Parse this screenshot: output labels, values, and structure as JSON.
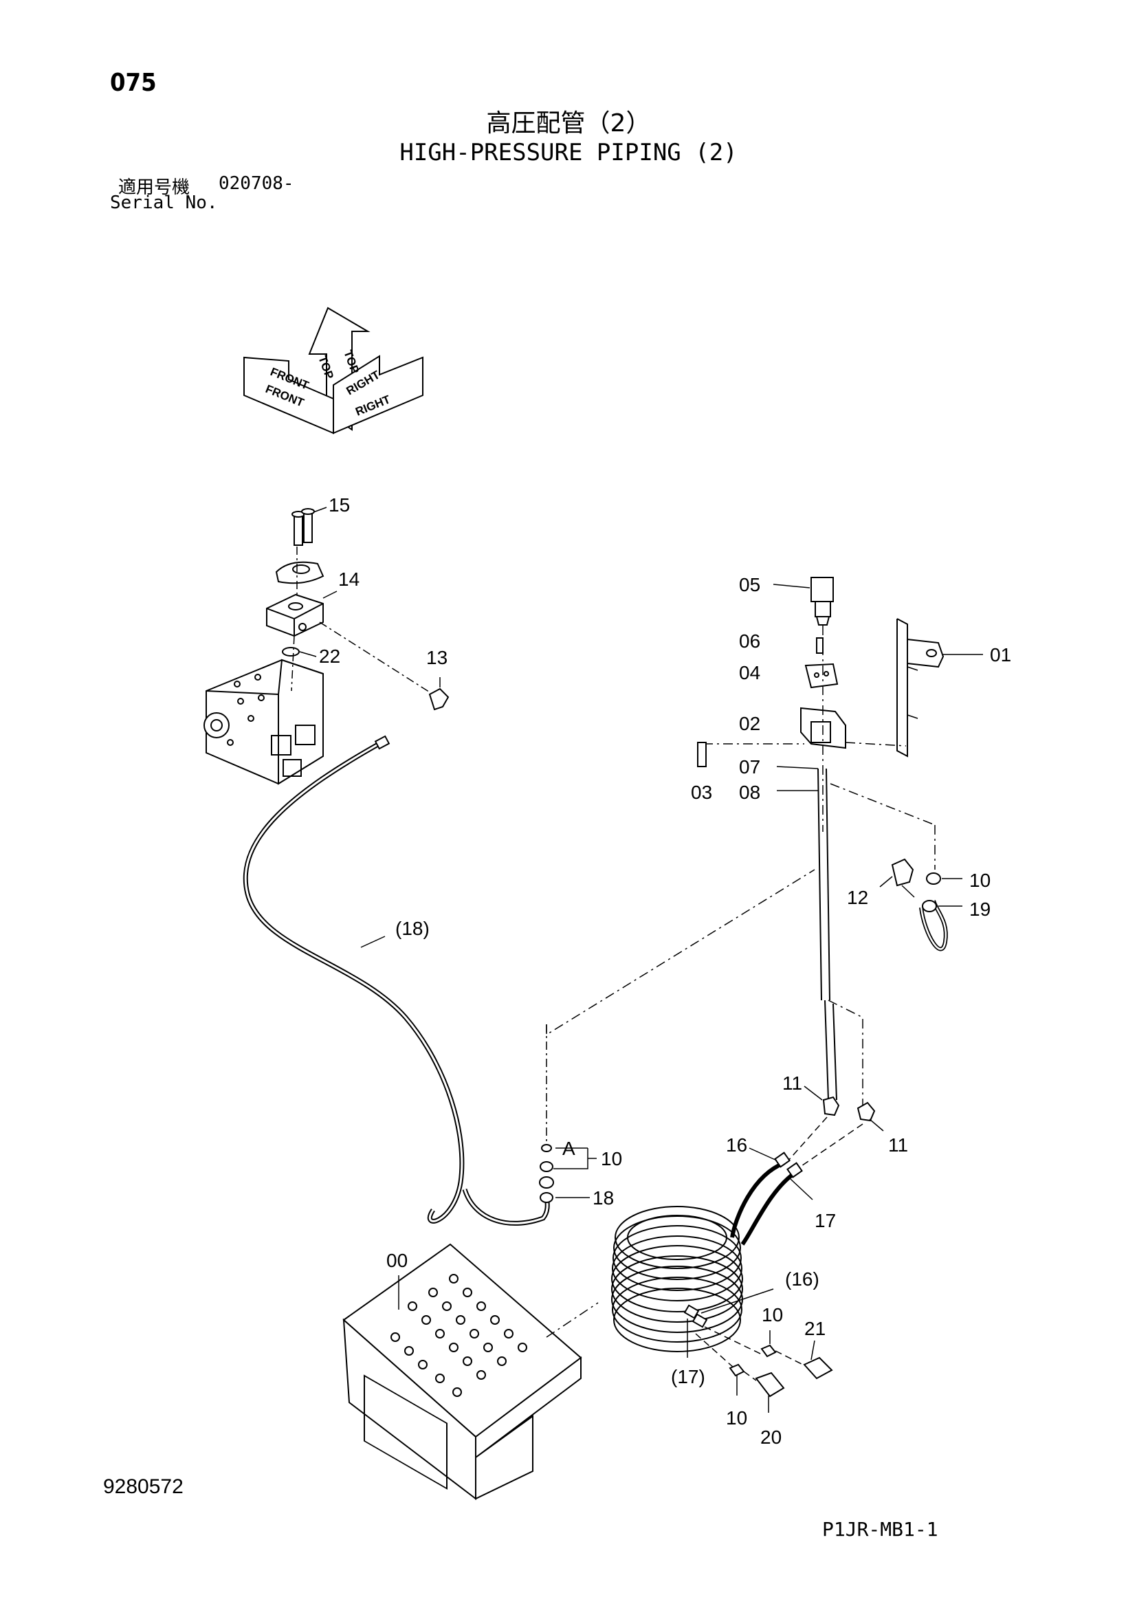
{
  "header": {
    "page_number": "075",
    "title_jp": "高圧配管（2）",
    "title_en": "HIGH-PRESSURE PIPING (2)",
    "serial_label_jp": "適用号機",
    "serial_value": "020708-",
    "serial_label_en": "Serial No."
  },
  "footer": {
    "drawing_number": "9280572",
    "model_code": "P1JR-MB1-1"
  },
  "orientation": {
    "top": "TOP",
    "front": "FRONT",
    "right": "RIGHT"
  },
  "callouts": {
    "c00": "00",
    "c01": "01",
    "c02": "02",
    "c03": "03",
    "c04": "04",
    "c05": "05",
    "c06": "06",
    "c07": "07",
    "c08": "08",
    "c10a": "10",
    "c10b": "10",
    "c10c": "10",
    "c10d": "10",
    "c11a": "11",
    "c11b": "11",
    "c12": "12",
    "c13": "13",
    "c14": "14",
    "c15": "15",
    "c16": "16",
    "c16p": "(16)",
    "c17": "17",
    "c17p": "(17)",
    "c18": "18",
    "c18p": "(18)",
    "c19": "19",
    "c20": "20",
    "c21": "21",
    "c22": "22",
    "cA": "A"
  }
}
